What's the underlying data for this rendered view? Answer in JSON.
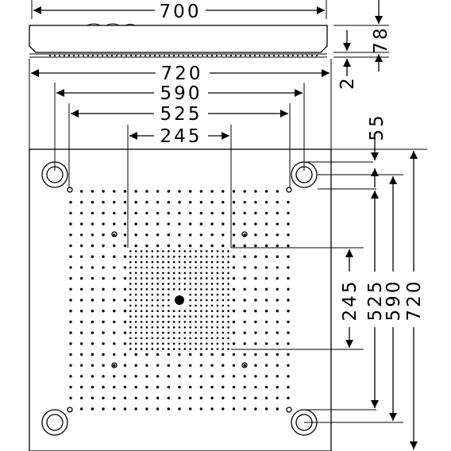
{
  "top_view": {
    "width_label": "700",
    "height_label": "78"
  },
  "gap_label": "2",
  "horizontal_dims": [
    "720",
    "590",
    "525",
    "245"
  ],
  "vertical_dims": [
    "55",
    "245",
    "525",
    "590",
    "720"
  ]
}
